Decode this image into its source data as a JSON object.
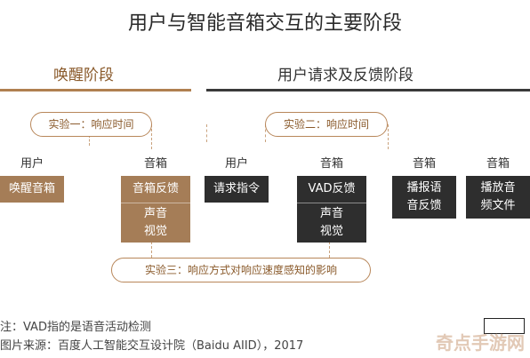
{
  "title": "用户与智能音箱交互的主要阶段",
  "phases": {
    "wake": "唤醒阶段",
    "request": "用户请求及反馈阶段"
  },
  "experiments": {
    "exp1": "实验一：响应时间",
    "exp2": "实验二：响应时间",
    "exp3": "实验三：响应方式对响应速度感知的影响"
  },
  "columns": [
    {
      "header": "用户",
      "box": "唤醒音箱"
    },
    {
      "header": "音箱",
      "box": "音箱反馈",
      "box2": "声音\n视觉"
    },
    {
      "header": "用户",
      "box": "请求指令"
    },
    {
      "header": "音箱",
      "box": "VAD反馈",
      "box2": "声音\n视觉"
    },
    {
      "header": "音箱",
      "box": "播报语\n音反馈"
    },
    {
      "header": "音箱",
      "box": "播放音\n频文件"
    }
  ],
  "footer": {
    "note": "注：VAD指的是语音活动检测",
    "source": "图片来源：百度人工智能交互设计院（Baidu AIID），2017"
  },
  "watermark": "奇点手游网",
  "colors": {
    "brown": "#a57d57",
    "dark": "#2e2e2e",
    "accent": "#b8875a"
  }
}
